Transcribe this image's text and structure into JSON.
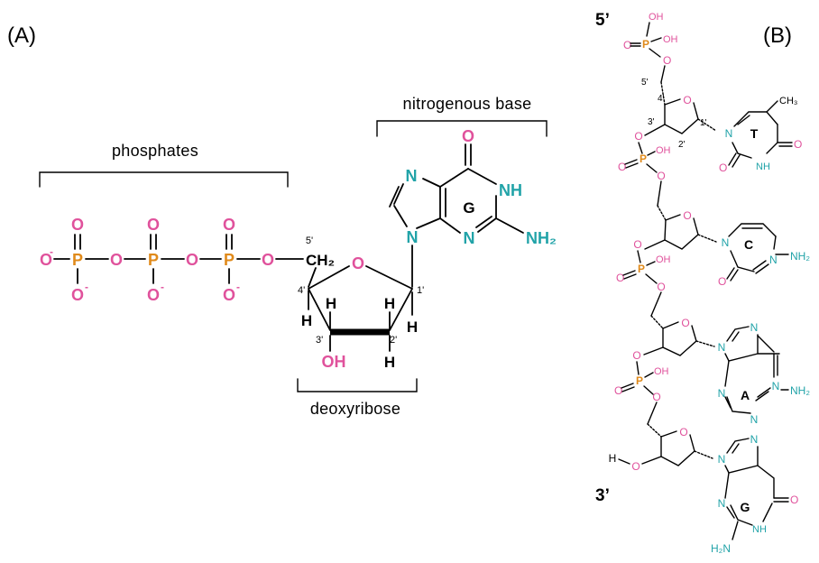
{
  "panel_a": {
    "label": "(A)",
    "phosphates_label": "phosphates",
    "deoxyribose_label": "deoxyribose",
    "base_label": "nitrogenous base",
    "atom_O": "O",
    "atom_O_minus": "O",
    "minus": "-",
    "atom_P": "P",
    "atom_OH": "OH",
    "atom_H": "H",
    "atom_N": "N",
    "atom_NH": "NH",
    "atom_NH2": "NH₂",
    "ch2": "CH₂",
    "base_letter": "G",
    "pos_5": "5'",
    "pos_4": "4'",
    "pos_3": "3'",
    "pos_2": "2'",
    "pos_1": "1'"
  },
  "panel_b": {
    "label": "(B)",
    "end_5": "5’",
    "end_3": "3’",
    "atom_OH": "OH",
    "atom_O": "O",
    "atom_P": "P",
    "atom_N": "N",
    "atom_NH": "NH",
    "atom_H": "H",
    "atom_NH2": "NH₂",
    "atom_H2N": "H₂N",
    "ch3": "CH₃",
    "pos_5": "5'",
    "pos_4": "4'",
    "pos_3": "3'",
    "pos_2": "2'",
    "pos_1": "1'",
    "bases": [
      "T",
      "C",
      "A",
      "G"
    ]
  },
  "colors": {
    "oxygen": "#e0529c",
    "phosphorus": "#e08a1a",
    "nitrogen": "#21a3a8",
    "bond": "#000000"
  }
}
